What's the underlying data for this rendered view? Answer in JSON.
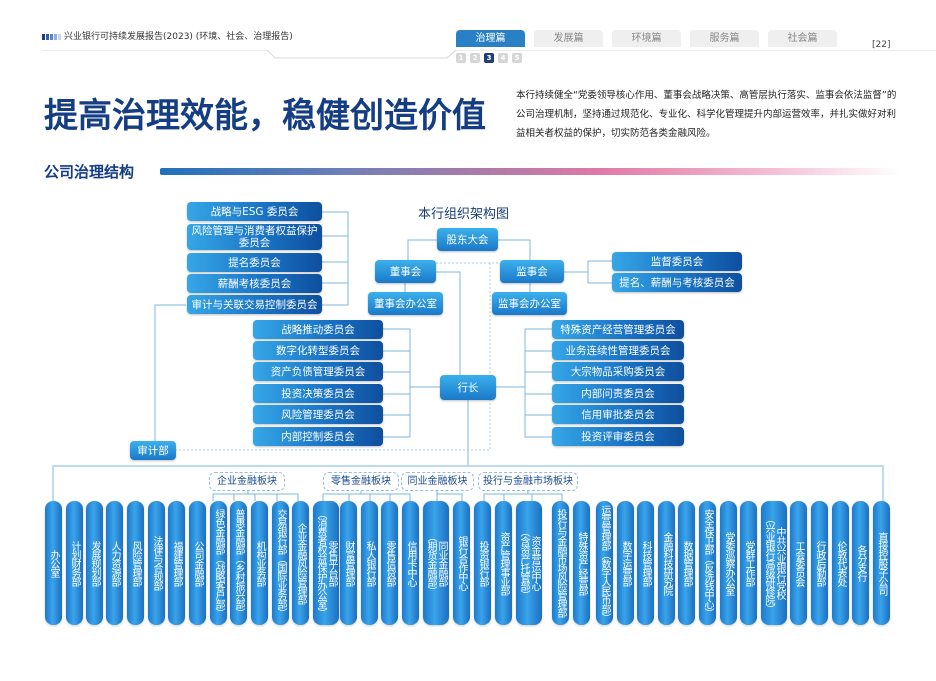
{
  "header": {
    "report_title": "兴业银行可持续发展报告(2023) (环境、社会、治理报告)",
    "tabs": [
      {
        "label": "治理篇",
        "active": true
      },
      {
        "label": "发展篇",
        "active": false
      },
      {
        "label": "环境篇",
        "active": false
      },
      {
        "label": "服务篇",
        "active": false
      },
      {
        "label": "社会篇",
        "active": false
      }
    ],
    "chapters": [
      "1",
      "2",
      "3",
      "4",
      "5"
    ],
    "active_chapter": "3",
    "page_number": "[22]"
  },
  "title": "提高治理效能，稳健创造价值",
  "intro": "本行持续健全“党委领导核心作用、董事会战略决策、高管层执行落实、监事会依法监督”的公司治理机制，坚持通过规范化、专业化、科学化管理提升内部运营效率，并扎实做好对利益相关者权益的保护，切实防范各类金融风险。",
  "section_title": "公司治理结构",
  "colors": {
    "brand_navy": "#143d84",
    "box_blue": "#1a74c6",
    "tab_active": "#2a80c4"
  },
  "org_chart": {
    "title": "本行组织架构图",
    "shareholders": "股东大会",
    "board": "董事会",
    "board_office": "董事会办公室",
    "supervisors": "监事会",
    "supervisors_office": "监事会办公室",
    "president": "行长",
    "audit": "审计部",
    "board_committees": [
      "战略与ESG 委员会",
      "风险管理与消费者权益保护委员会",
      "提名委员会",
      "薪酬考核委员会",
      "审计与关联交易控制委员会"
    ],
    "supervisor_committees": [
      "监督委员会",
      "提名、薪酬与考核委员会"
    ],
    "management_committees_left": [
      "战略推动委员会",
      "数字化转型委员会",
      "资产负债管理委员会",
      "投资决策委员会",
      "风险管理委员会",
      "内部控制委员会"
    ],
    "management_committees_right": [
      "特殊资产经营管理委员会",
      "业务连续性管理委员会",
      "大宗物品采购委员会",
      "内部问责委员会",
      "信用审批委员会",
      "投资评审委员会"
    ],
    "segments": [
      "企业金融板块",
      "零售金融板块",
      "同业金融板块",
      "投行与金融市场板块"
    ],
    "departments": [
      [
        "办公室"
      ],
      [
        "计划财务部"
      ],
      [
        "发展规划部"
      ],
      [
        "人力资源部"
      ],
      [
        "风险管理部"
      ],
      [
        "法律与合规部"
      ],
      [
        "福建管理部"
      ],
      [
        "公司金融部"
      ],
      [
        "绿色金融部（战略客户部）"
      ],
      [
        "普惠金融部（乡村振兴部）"
      ],
      [
        "机构业务部"
      ],
      [
        "交易银行部（国际业务部）"
      ],
      [
        "企业金融风险管理部"
      ],
      [
        "零售平台部",
        "（消费者权益保护办公室）"
      ],
      [
        "财富管理部"
      ],
      [
        "私人银行部"
      ],
      [
        "零售信贷部"
      ],
      [
        "信用卡中心"
      ],
      [
        "同业金融部",
        "（期货金融部）"
      ],
      [
        "银行合作中心"
      ],
      [
        "投资银行部"
      ],
      [
        "资产管理事业部"
      ],
      [
        "资金营运中心",
        "（含资产托管部）"
      ],
      [
        "投行与金融市场风险管理部"
      ],
      [
        "特殊资产经营部"
      ],
      [
        "运营管理部（数字人民币部）"
      ],
      [
        "数字运营部"
      ],
      [
        "科技管理部"
      ],
      [
        "金融科技研究院"
      ],
      [
        "数据管理部"
      ],
      [
        "安全保卫部（反洗钱中心）"
      ],
      [
        "党委巡察办公室"
      ],
      [
        "党群工作部"
      ],
      [
        "中共兴业银行党校",
        "（兴业银行高级研修院）"
      ],
      [
        "工会委员会"
      ],
      [
        "行政后勤部"
      ],
      [
        "伦敦代表处"
      ],
      [
        "各分支行"
      ],
      [
        "直接控股子公司"
      ]
    ]
  }
}
